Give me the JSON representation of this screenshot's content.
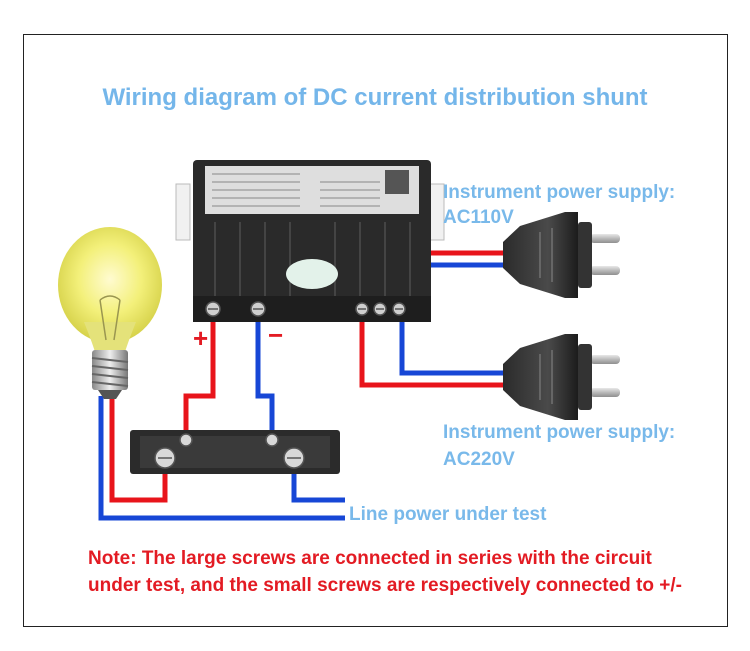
{
  "title": "Wiring diagram of DC current distribution shunt",
  "labels": {
    "ac110_line1": "Instrument power supply:",
    "ac110_line2": "AC110V",
    "ac220_line1": "Instrument power supply:",
    "ac220_line2": "AC220V",
    "line_power": "Line power under test",
    "plus": "+",
    "minus": "−"
  },
  "note": "Note: The large screws are connected in series with the circuit under test, and the small screws are respectively connected to +/-",
  "colors": {
    "title": "#74b6ea",
    "label": "#79b9ea",
    "note": "#e31b23",
    "wire_red": "#e8141b",
    "wire_blue": "#1747d6"
  },
  "icons": [
    "light-bulb-icon",
    "digital-meter-icon",
    "power-plug-icon",
    "shunt-icon"
  ]
}
